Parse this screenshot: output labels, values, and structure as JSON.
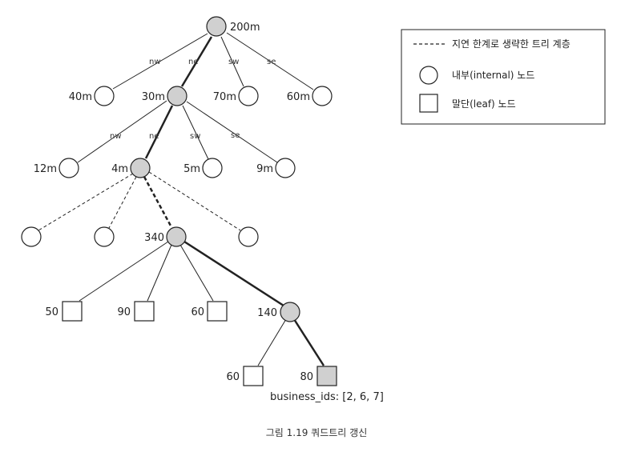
{
  "tree": {
    "root": {
      "label": "200m"
    },
    "level1": {
      "nw": {
        "label": "40m"
      },
      "ne": {
        "label": "30m"
      },
      "sw": {
        "label": "70m"
      },
      "se": {
        "label": "60m"
      }
    },
    "level2": {
      "nw": {
        "label": "12m"
      },
      "ne": {
        "label": "4m"
      },
      "sw": {
        "label": "5m"
      },
      "se": {
        "label": "9m"
      }
    },
    "level3": {
      "active": {
        "label": "340"
      }
    },
    "level4": {
      "leaf1": {
        "label": "50"
      },
      "leaf2": {
        "label": "90"
      },
      "leaf3": {
        "label": "60"
      },
      "internal": {
        "label": "140"
      }
    },
    "level5": {
      "leaf1": {
        "label": "60"
      },
      "leaf2": {
        "label": "80"
      }
    },
    "business_ids": "business_ids: [2, 6, 7]"
  },
  "edge_labels": {
    "root": {
      "nw": "nw",
      "ne": "ne",
      "sw": "sw",
      "se": "se"
    },
    "node30": {
      "nw": "nw",
      "ne": "ne",
      "sw": "sw",
      "se": "se"
    }
  },
  "legend": {
    "lazy": "지연 한계로 생략한 트리 계층",
    "internal": "내부(internal) 노드",
    "leaf": "말단(leaf) 노드"
  },
  "caption": "그림 1.19 쿼드트리 갱신",
  "colors": {
    "highlight_fill": "#d0d0d0",
    "normal_fill": "#ffffff",
    "stroke": "#222222"
  }
}
